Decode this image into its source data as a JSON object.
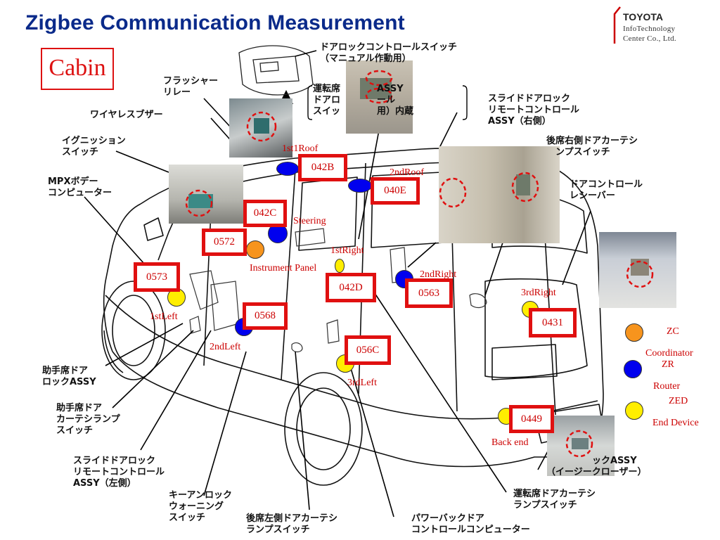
{
  "slide": {
    "title": "Zigbee Communication Measurement",
    "section_label": "Cabin"
  },
  "logo": {
    "name": "TOYOTA",
    "line1": "InfoTechnology",
    "line2": "Center Co., Ltd."
  },
  "part_callouts": {
    "door_lock_switch": "ドアロックコントロールスイッチ\n（マニュアル作動用）",
    "flasher_relay": "フラッシャー\nリレー",
    "wireless_buzzer": "ワイヤレスブザー",
    "ignition_switch": "イグニッション\nスイッチ",
    "mpx_body_computer": "MPXボデー\nコンピューター",
    "driver_door_lock_assy": "運転席　　　　ASSY\nドアロ　　　　ール\nスイッ　　　　用）内蔵",
    "slide_door_lock_right": "スライドドアロック\nリモートコントロール\nASSY（右側）",
    "rear_right_courtesy_switch": "後席右側ドアカーテシ\n　ンプスイッチ",
    "door_control_receiver": "ドアコントロール\nレシーバー",
    "passenger_door_lock_assy": "助手席ドア\nロックASSY",
    "passenger_courtesy_switch": "助手席ドア\nカーテシランプ\nスイッチ",
    "slide_door_lock_left": "スライドドアロック\nリモートコントロール\nASSY（左側）",
    "key_unlock_warning_switch": "キーアンロック\nウォーニング\nスイッチ",
    "rear_left_courtesy_switch": "後席左側ドアカーテシ\nランプスイッチ",
    "power_back_door_computer": "パワーバックドア\nコントロールコンピューター",
    "driver_courtesy_switch": "運転席ドアカーテシ\nランプスイッチ",
    "back_door_lock_assy": "　　　　　ックASSY\n（イージークローザー）"
  },
  "node_ids": {
    "n042B": "042B",
    "n040E": "040E",
    "n042C": "042C",
    "n0572": "0572",
    "n0573": "0573",
    "n042D": "042D",
    "n0563": "0563",
    "n0431": "0431",
    "n0568": "0568",
    "n056C": "056C",
    "n0449": "0449"
  },
  "node_labels": {
    "first_roof": "1st1Roof",
    "second_roof": "2ndRoof",
    "steering": "Steering",
    "first_right": "1stRight",
    "instrument_panel": "Instrument Panel",
    "second_right": "2ndRight",
    "third_right": "3rdRight",
    "first_left": "1stLeft",
    "second_left": "2ndLeft",
    "third_left": "3rdLeft",
    "back_end": "Back end"
  },
  "legend": {
    "zc": "ZC",
    "coordinator": "Coordinator",
    "zr": "ZR",
    "router": "Router",
    "zed": "ZED",
    "end_device": "End Device"
  },
  "colors": {
    "title": "#0a2a8a",
    "accent_red": "#e01010",
    "coordinator": "#f7941d",
    "router": "#0000ee",
    "end_device": "#ffee00"
  }
}
